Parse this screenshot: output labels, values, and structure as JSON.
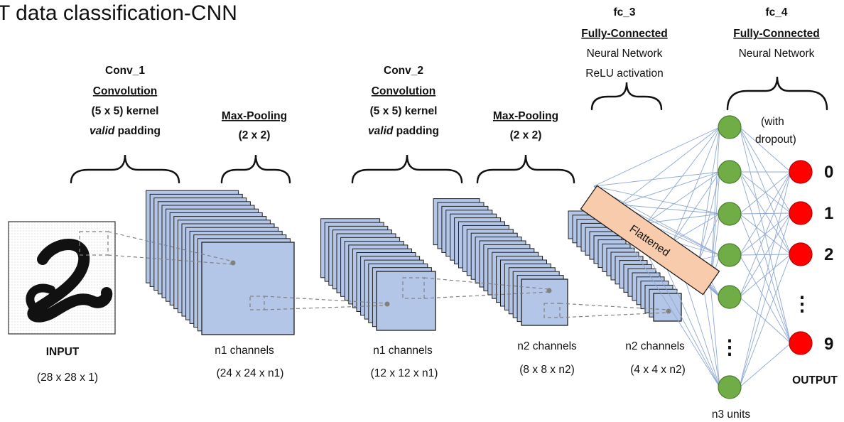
{
  "title": "T data classification-CNN",
  "colors": {
    "map_fill": "#b4c6e7",
    "map_stroke": "#1f1f1f",
    "flatten_fill": "#f8cbad",
    "flatten_stroke": "#1f1f1f",
    "hidden_node": "#70ad47",
    "output_node": "#ff0000",
    "connection": "#8fa9d4",
    "guide": "#808080"
  },
  "stages": {
    "conv1": {
      "name": "Conv_1",
      "type": "Convolution",
      "kernel": "(5 x 5) kernel",
      "padding_em": "valid",
      "padding_rest": " padding"
    },
    "pool1": {
      "type": "Max-Pooling",
      "size": "(2 x 2)"
    },
    "conv2": {
      "name": "Conv_2",
      "type": "Convolution",
      "kernel": "(5 x 5) kernel",
      "padding_em": "valid",
      "padding_rest": " padding"
    },
    "pool2": {
      "type": "Max-Pooling",
      "size": "(2 x 2)"
    },
    "fc3": {
      "name": "fc_3",
      "type": "Fully-Connected",
      "line1": "Neural Network",
      "line2": "ReLU activation"
    },
    "fc4": {
      "name": "fc_4",
      "type": "Fully-Connected",
      "line1": "Neural Network"
    }
  },
  "layers": {
    "input": {
      "label": "INPUT",
      "dims": "(28 x 28 x 1)"
    },
    "conv1": {
      "label": "n1 channels",
      "dims": "(24 x 24 x n1)"
    },
    "pool1": {
      "label": "n1 channels",
      "dims": "(12 x 12 x n1)"
    },
    "conv2": {
      "label": "n2 channels",
      "dims": "(8 x 8 x n2)"
    },
    "pool2": {
      "label": "n2 channels",
      "dims": "(4 x 4 x n2)"
    }
  },
  "flattened": "Flattened",
  "dropout_line1": "(with",
  "dropout_line2": "dropout)",
  "units": "n3 units",
  "output": {
    "label": "OUTPUT",
    "digits": [
      "0",
      "1",
      "2",
      "9"
    ]
  },
  "ellipsis": "⋮"
}
